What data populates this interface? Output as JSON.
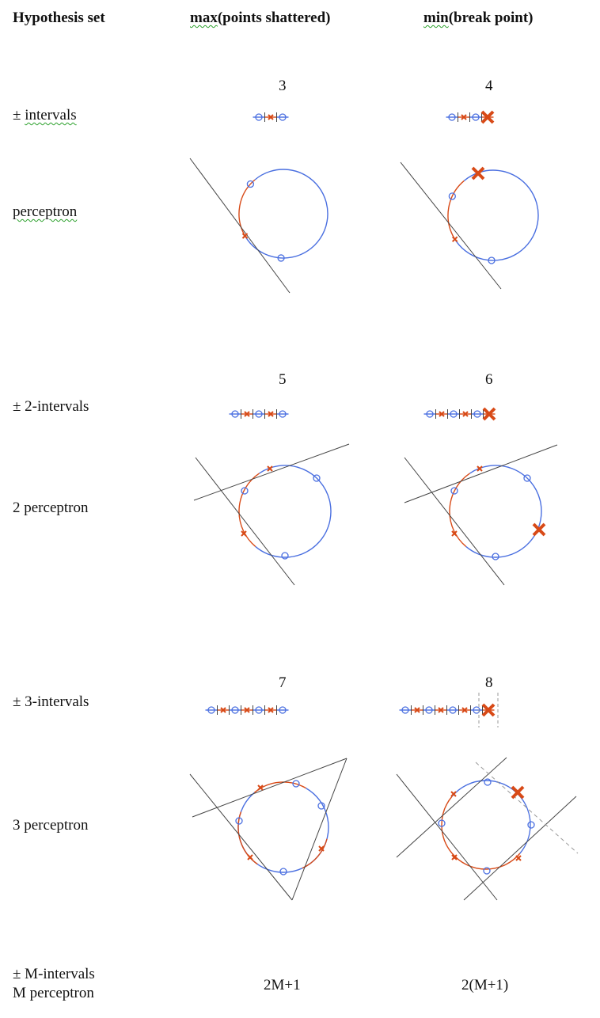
{
  "headers": {
    "col1": "Hypothesis set",
    "col2_prefix": "max",
    "col2_rest": "(points shattered)",
    "col3_prefix": "min",
    "col3_rest": "(break point)"
  },
  "rows": {
    "intervals": {
      "label_prefix": "± ",
      "label_word": "intervals",
      "max": "3",
      "min": "4"
    },
    "perceptron": {
      "label": "perceptron"
    },
    "two_intervals": {
      "label": "± 2-intervals",
      "max": "5",
      "min": "6"
    },
    "two_perceptron": {
      "label": "2 perceptron"
    },
    "three_intervals": {
      "label": "± 3-intervals",
      "max": "7",
      "min": "8"
    },
    "three_perceptron": {
      "label": "3 perceptron"
    },
    "general": {
      "label_line1": "± M-intervals",
      "label_line2": "M perceptron",
      "max": "2M+1",
      "min": "2(M+1)"
    }
  },
  "colors": {
    "positive": "#4a6fe0",
    "negative": "#d84a17",
    "line": "#444444",
    "dashed": "#999999"
  }
}
